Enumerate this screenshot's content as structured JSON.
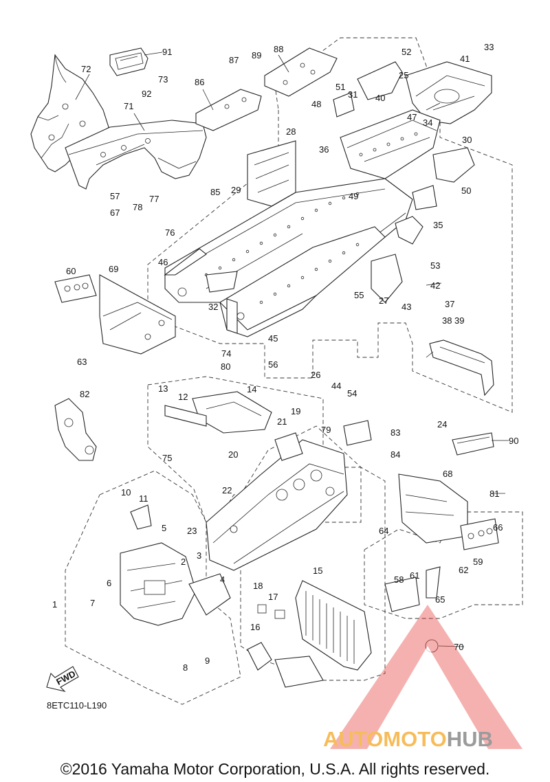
{
  "diagram": {
    "code": "8ETC110-L190",
    "direction_arrow": "FWD",
    "copyright": "©2016 Yamaha Motor Corporation, U.S.A. All rights reserved.",
    "callouts": [
      "1",
      "2",
      "3",
      "4",
      "5",
      "6",
      "7",
      "8",
      "9",
      "10",
      "11",
      "12",
      "13",
      "14",
      "15",
      "16",
      "17",
      "18",
      "19",
      "20",
      "21",
      "22",
      "23",
      "24",
      "25",
      "26",
      "27",
      "28",
      "29",
      "30",
      "31",
      "32",
      "33",
      "34",
      "35",
      "36",
      "37",
      "38",
      "39",
      "40",
      "41",
      "42",
      "43",
      "44",
      "45",
      "46",
      "47",
      "48",
      "49",
      "50",
      "51",
      "52",
      "53",
      "54",
      "55",
      "56",
      "57",
      "58",
      "59",
      "60",
      "61",
      "62",
      "63",
      "64",
      "65",
      "66",
      "67",
      "68",
      "69",
      "70",
      "71",
      "72",
      "73",
      "74",
      "75",
      "76",
      "77",
      "78",
      "79",
      "80",
      "81",
      "82",
      "83",
      "84",
      "85",
      "86",
      "87",
      "88",
      "89",
      "90",
      "91",
      "92"
    ]
  },
  "watermark": {
    "prefix": "AUTOMOTO",
    "suffix": "HUB",
    "colors": {
      "prefix": "#f5a623",
      "suffix": "#7a7a7a",
      "triangle": "#e8413c"
    }
  }
}
